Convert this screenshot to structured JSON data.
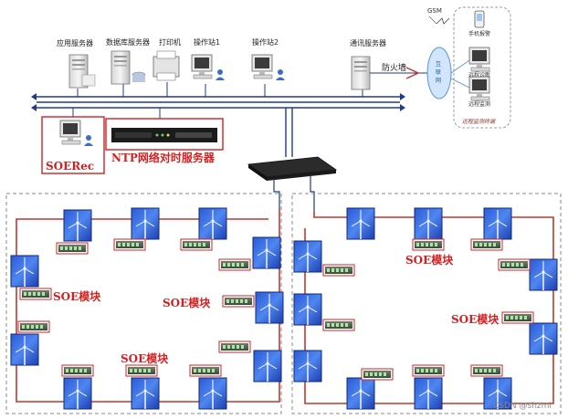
{
  "servers": [
    {
      "label": "应用服务器"
    },
    {
      "label": "数据库服务器"
    },
    {
      "label": "打印机"
    },
    {
      "label": "操作站1"
    },
    {
      "label": "操作站2"
    },
    {
      "label": "通讯服务器"
    }
  ],
  "firewall_label": "防火墙",
  "gsm_label": "GSM",
  "internet_label": "互联网",
  "remote": {
    "phone_label": "手机报警",
    "diag_label": "远程诊断",
    "monitor_label": "远程监测",
    "title": "远程监测终端"
  },
  "soerec_label": "SOERec",
  "ntp_label": "NTP网络对时服务器",
  "soe_labels": [
    "SOE模块",
    "SOE模块",
    "SOE模块",
    "SOE模块",
    "SOE模块"
  ],
  "watermark": "CSDN @shzml",
  "colors": {
    "loop": "#c0392b",
    "bus": "#1f3a8a",
    "label_red": "#d42020"
  }
}
